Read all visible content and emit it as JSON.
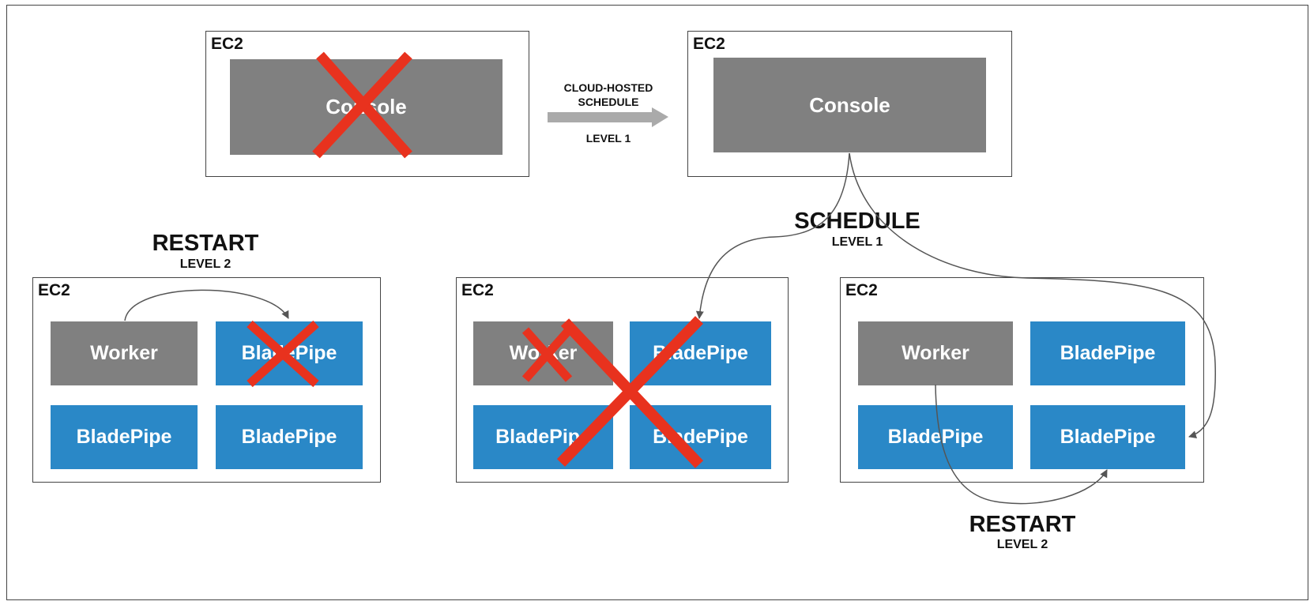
{
  "ec2_label": "EC2",
  "top_left": {
    "console": "Console"
  },
  "top_right": {
    "console": "Console"
  },
  "transition": {
    "line1": "CLOUD-HOSTED",
    "line2": "SCHEDULE",
    "level": "LEVEL 1"
  },
  "schedule": {
    "title": "SCHEDULE",
    "level": "LEVEL 1"
  },
  "restart_left": {
    "title": "RESTART",
    "level": "LEVEL 2"
  },
  "restart_right": {
    "title": "RESTART",
    "level": "LEVEL 2"
  },
  "left": {
    "worker": "Worker",
    "b1": "BladePipe",
    "b2": "BladePipe",
    "b3": "BladePipe"
  },
  "middle": {
    "worker": "Worker",
    "b1": "BladePipe",
    "b2": "BladePipe",
    "b3": "BladePipe"
  },
  "right": {
    "worker": "Worker",
    "b1": "BladePipe",
    "b2": "BladePipe",
    "b3": "BladePipe"
  },
  "colors": {
    "grey": "#808080",
    "blue": "#2a88c7",
    "cross": "#e8321e",
    "arrow": "#555555",
    "transition_arrow": "#aaaaaa"
  }
}
